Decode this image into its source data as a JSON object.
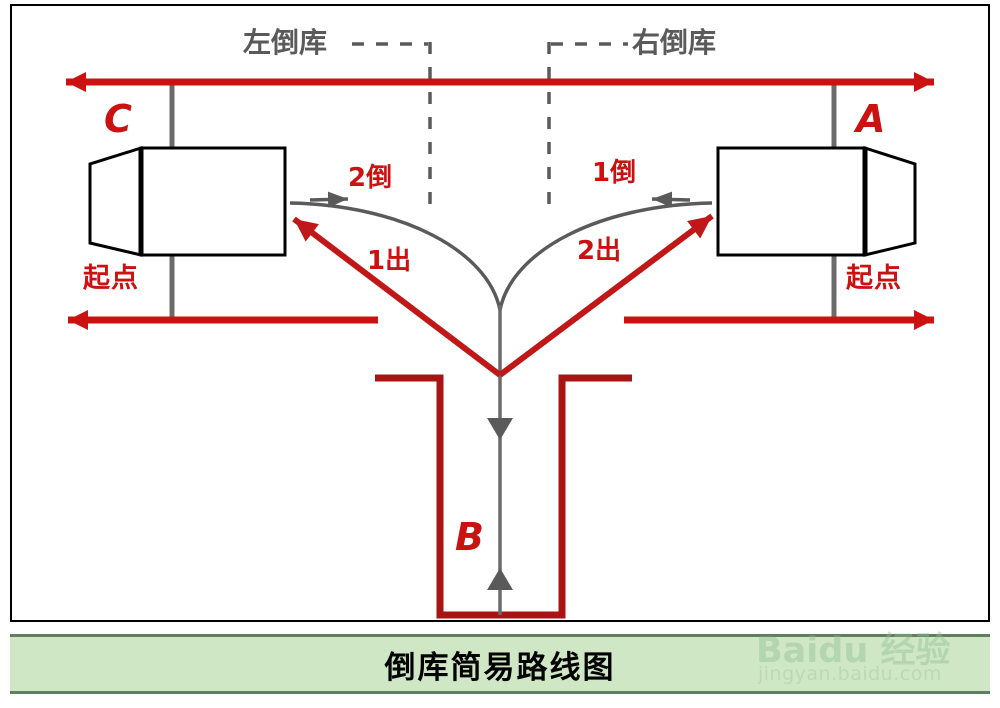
{
  "caption": {
    "title": "倒库简易路线图"
  },
  "watermark": {
    "brand": "Baidu 经验",
    "url": "jingyan.baidu.com"
  },
  "headers": {
    "left_bay_label": "左倒库",
    "right_bay_label": "右倒库"
  },
  "zones": {
    "left_letter": "C",
    "right_letter": "A",
    "bottom_letter": "B"
  },
  "start_points": {
    "left": "起点",
    "right": "起点"
  },
  "maneuvers": {
    "reverse_1": "1倒",
    "reverse_2": "2倒",
    "exit_1": "1出",
    "exit_2": "2出"
  },
  "colors": {
    "red": "#cc1111",
    "red_dark": "#a81414",
    "gray": "#666666",
    "dash_gray": "#5a5a5a",
    "caption_bg": "#cfe7c5",
    "caption_border": "#5f7f5f",
    "car_outline": "#000000",
    "frame": "#000000"
  }
}
